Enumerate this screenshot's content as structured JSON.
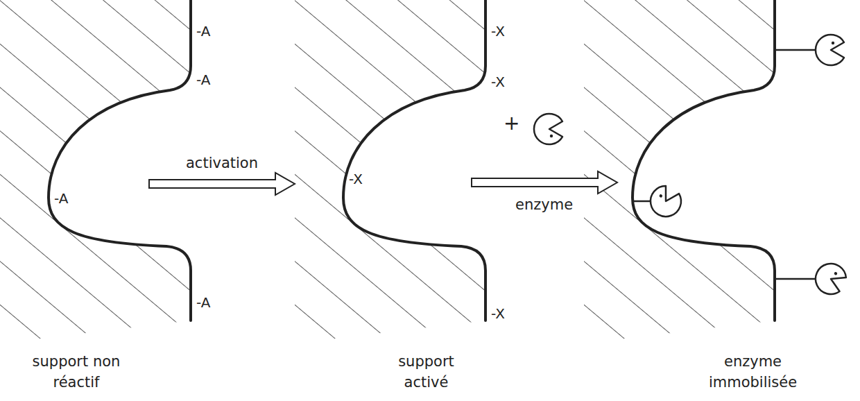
{
  "diagram": {
    "nodes": [
      {
        "text": [
          "support non réactif"
        ]
      },
      {
        "text": [
          "support activé"
        ]
      },
      {
        "text": [
          "enzyme immobilisée"
        ]
      }
    ],
    "edges": [
      {
        "from": 0,
        "to": 1,
        "arrow": "to",
        "label": "activation"
      },
      {
        "from": 1,
        "to": 2,
        "arrow": "to",
        "label": "enzyme"
      }
    ],
    "labels": [
      "-A",
      "-A",
      "-A",
      "-A",
      "-X",
      "-X",
      "-X",
      "-X",
      "+"
    ]
  }
}
